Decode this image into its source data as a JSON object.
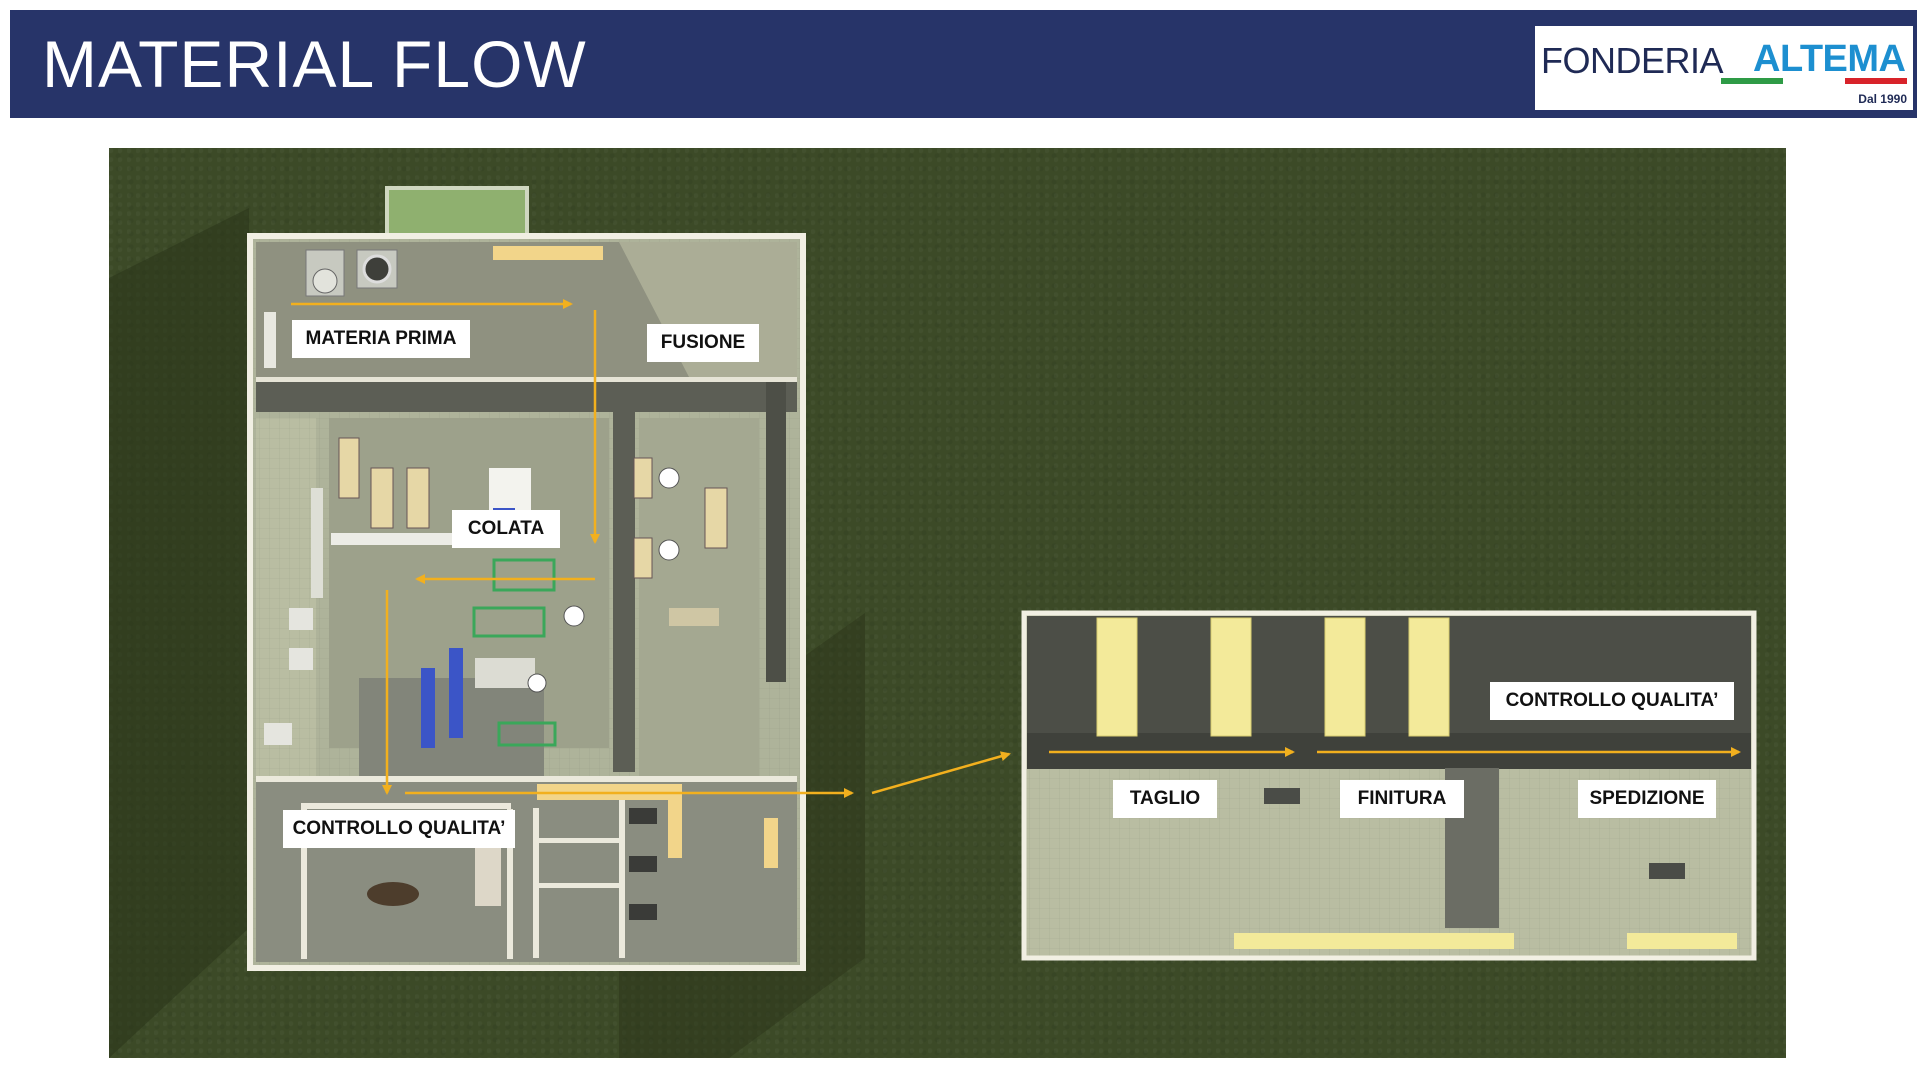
{
  "header": {
    "title": "MATERIAL FLOW",
    "logo": {
      "word_1": "FONDERIA",
      "word_2": "ALTEMA",
      "tagline": "Dal 1990"
    }
  },
  "zones": {
    "materia_prima": "MATERIA PRIMA",
    "fusione": "FUSIONE",
    "colata": "COLATA",
    "controllo_qualita_1": "CONTROLLO QUALITA’",
    "controllo_qualita_2": "CONTROLLO QUALITA’",
    "taglio": "TAGLIO",
    "finitura": "FINITURA",
    "spedizione": "SPEDIZIONE"
  },
  "colors": {
    "header_bg": "#273469",
    "grass": "#3c4a27",
    "flow_arrow": "#f2b01e",
    "logo_blue": "#1d8fd0",
    "logo_navy": "#1f2a55"
  }
}
